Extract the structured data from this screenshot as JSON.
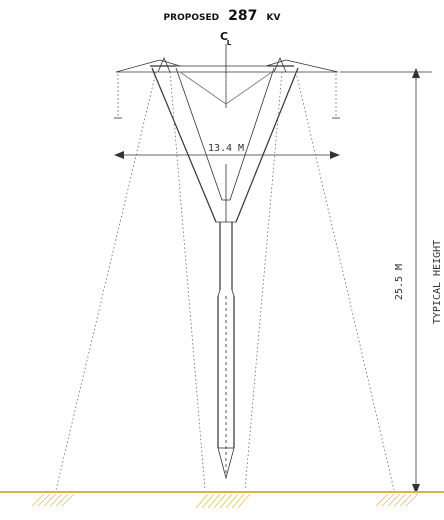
{
  "title": {
    "prefix": "PROPOSED",
    "voltage": "287",
    "unit": "KV"
  },
  "centerline_symbol": "C",
  "centerline_subscript": "L",
  "dimensions": {
    "width_label": "13.4 M",
    "height_label": "25.5 M",
    "height_caption": "TYPICAL HEIGHT"
  },
  "colors": {
    "ground": "#d9b24a",
    "line": "#333333"
  }
}
